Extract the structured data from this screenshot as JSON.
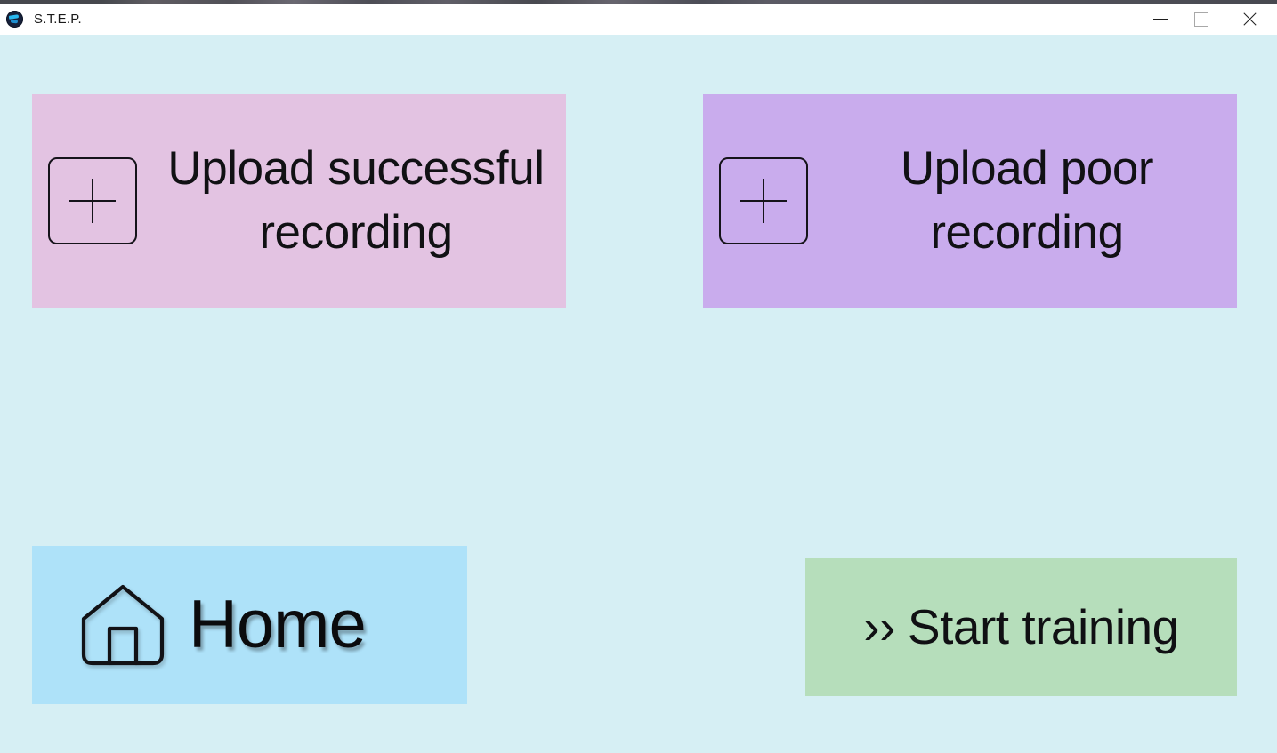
{
  "window": {
    "title": "S.T.E.P.",
    "app_icon": "step-logo-icon",
    "controls": {
      "minimize": "minimize-icon",
      "maximize": "maximize-icon",
      "close": "close-icon"
    }
  },
  "theme": {
    "page_background": "#d6eff4",
    "titlebar_background": "#ffffff",
    "upload_success_color": "#e3c3e2",
    "upload_poor_color": "#c9aced",
    "home_color": "#aee2f9",
    "start_training_color": "#b6debb",
    "text_color": "#111114"
  },
  "main": {
    "cards": [
      {
        "name": "upload-successful-recording",
        "icon": "plus-square-icon",
        "label": "Upload successful recording",
        "color": "#e3c3e2"
      },
      {
        "name": "upload-poor-recording",
        "icon": "plus-square-icon",
        "label": "Upload poor recording",
        "color": "#c9aced"
      }
    ],
    "home_button": {
      "icon": "home-icon",
      "label": "Home",
      "color": "#aee2f9"
    },
    "start_training_button": {
      "icon": "double-chevron-right-icon",
      "chevron": "››",
      "label": "Start training",
      "full_label": ">> Start training",
      "color": "#b6debb"
    }
  }
}
